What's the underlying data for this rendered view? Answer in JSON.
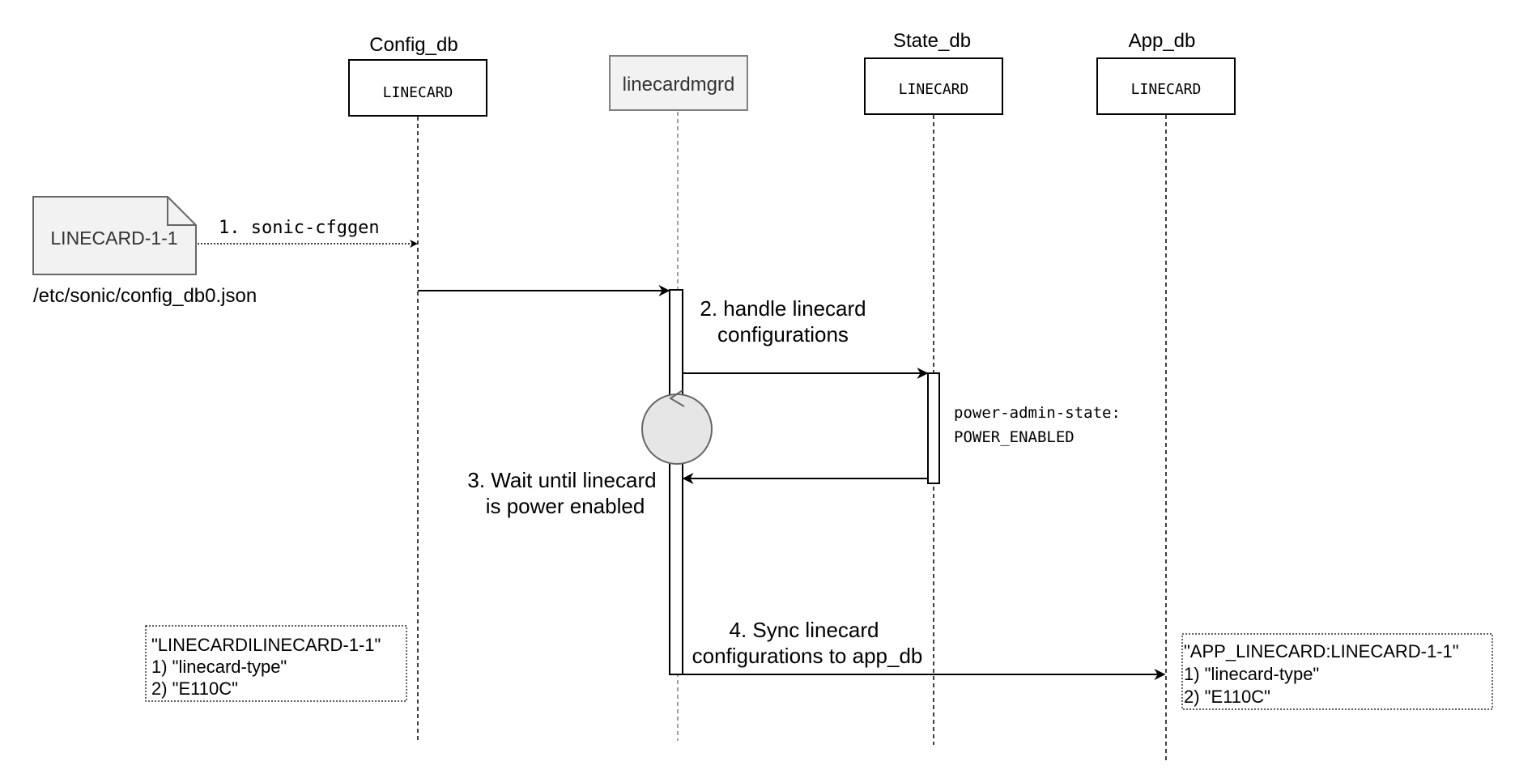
{
  "participants": {
    "config_db": {
      "title": "Config_db",
      "box": "LINECARD"
    },
    "linecardmgrd": {
      "box": "linecardmgrd"
    },
    "state_db": {
      "title": "State_db",
      "box": "LINECARD"
    },
    "app_db": {
      "title": "App_db",
      "box": "LINECARD"
    }
  },
  "source_file": {
    "note": "LINECARD-1-1",
    "path": "/etc/sonic/config_db0.json"
  },
  "messages": {
    "m1": "1. sonic-cfggen",
    "m2_line1": "2. handle linecard",
    "m2_line2": "configurations",
    "m3_line1": "3. Wait until linecard",
    "m3_line2": "is power enabled",
    "m4_line1": "4. Sync linecard",
    "m4_line2": "configurations to app_db"
  },
  "state_note": {
    "line1": "power-admin-state:",
    "line2": "POWER_ENABLED"
  },
  "config_note": {
    "line1": "\"LINECARDILINECARD-1-1\"",
    "line2": "1) \"linecard-type\"",
    "line3": "2) \"E110C\""
  },
  "app_note": {
    "line1": "\"APP_LINECARD:LINECARD-1-1\"",
    "line2": "1) \"linecard-type\"",
    "line3": "2) \"E110C\""
  },
  "colors": {
    "line": "#000000",
    "note_fill": "#f2f2f2",
    "note_stroke": "#666666",
    "actor_stroke": "#808080",
    "circle_fill": "#e6e6e6"
  }
}
